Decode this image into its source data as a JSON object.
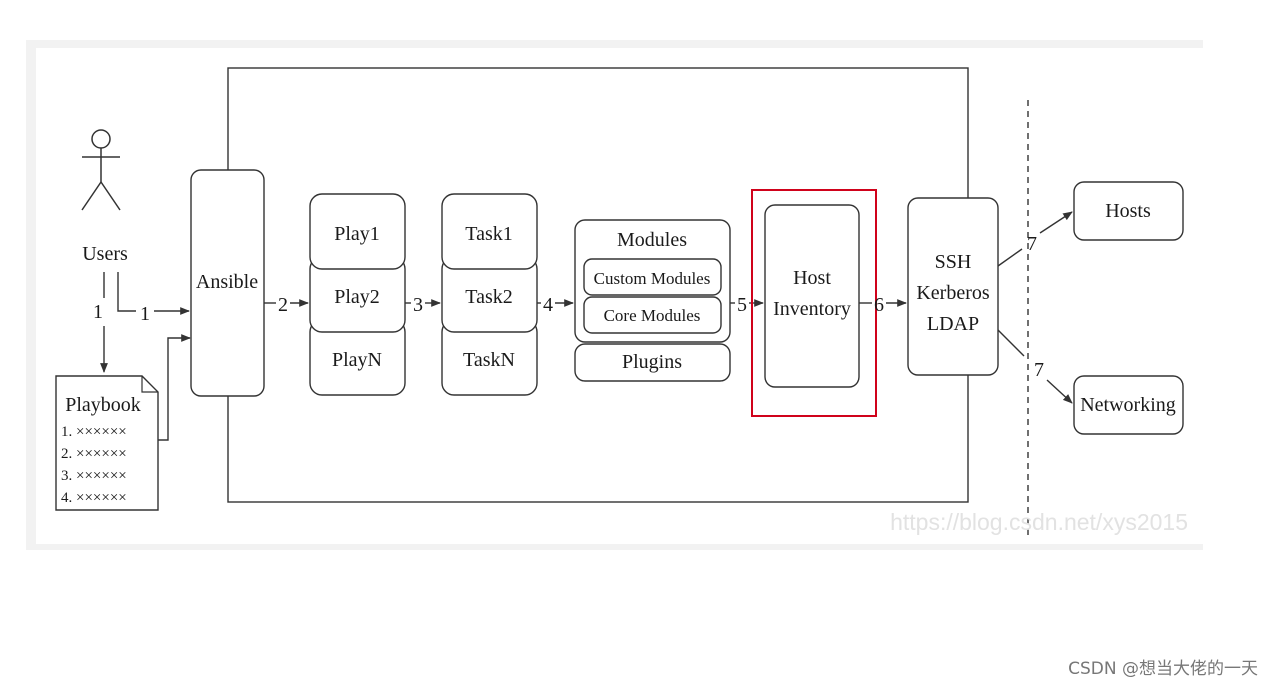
{
  "diagram": {
    "actor_label": "Users",
    "playbook": {
      "title": "Playbook",
      "items": [
        "1. ××××××",
        "2. ××××××",
        "3. ××××××",
        "4. ××××××"
      ]
    },
    "ansible_label": "Ansible",
    "plays": [
      "Play1",
      "Play2",
      "PlayN"
    ],
    "tasks": [
      "Task1",
      "Task2",
      "TaskN"
    ],
    "modules": {
      "title": "Modules",
      "custom": "Custom Modules",
      "core": "Core Modules",
      "plugins": "Plugins"
    },
    "host_inventory": [
      "Host",
      "Inventory"
    ],
    "protocols": [
      "SSH",
      "Kerberos",
      "LDAP"
    ],
    "targets": {
      "hosts": "Hosts",
      "networking": "Networking"
    },
    "step_labels": {
      "users_to_playbook": "1",
      "users_to_ansible": "1",
      "ansible_to_plays": "2",
      "plays_to_tasks": "3",
      "tasks_to_modules": "4",
      "modules_to_inventory": "5",
      "inventory_to_protocols": "6",
      "to_hosts": "7",
      "to_networking": "7"
    },
    "highlight_color": "#d0021b",
    "watermark": "https://blog.csdn.net/xys2015"
  },
  "credit": "CSDN @想当大佬的一天"
}
